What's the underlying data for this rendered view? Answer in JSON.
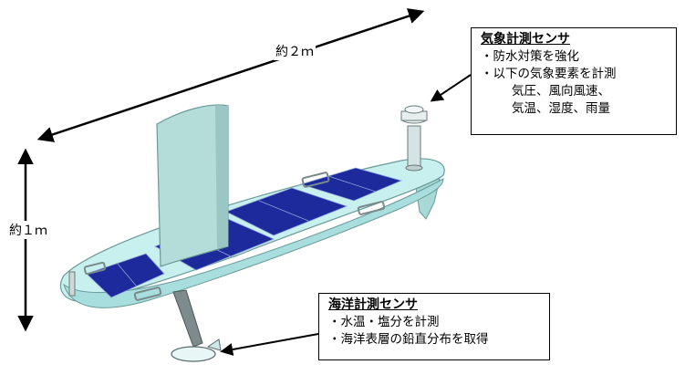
{
  "dimensions": {
    "length_label": "約２ｍ",
    "height_label": "約１ｍ"
  },
  "weather_sensor": {
    "title": "気象計測センサ",
    "bullet1": "・防水対策を強化",
    "bullet2": "・以下の気象要素を計測",
    "detail1": "気圧、風向風速、",
    "detail2": "気温、湿度、雨量"
  },
  "ocean_sensor": {
    "title": "海洋計測センサ",
    "bullet1": "・水温・塩分を計測",
    "bullet2": "・海洋表層の鉛直分布を取得"
  },
  "colors": {
    "hull": "#c8f0ef",
    "sail": "#b4dcd9",
    "solar_panel": "#1c2a9c"
  }
}
